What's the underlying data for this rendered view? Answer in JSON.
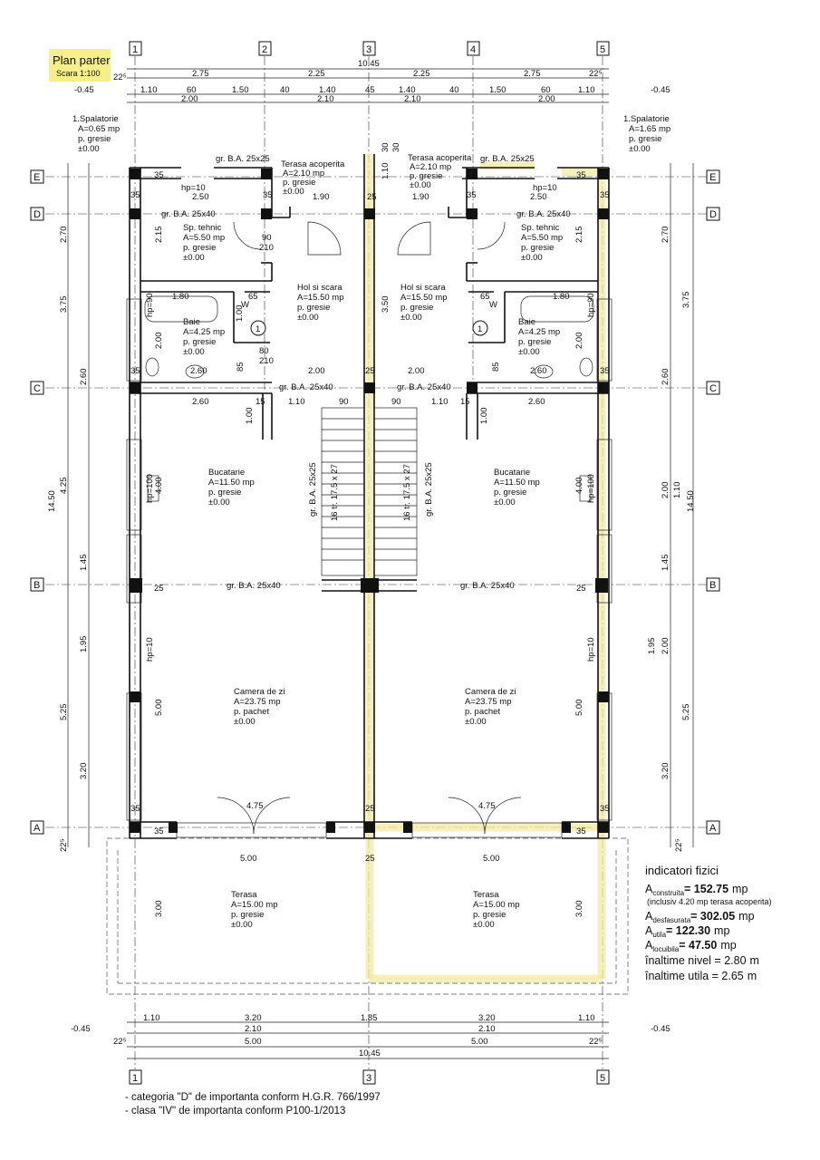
{
  "title": {
    "name": "Plan parter",
    "scale": "Scara 1:100"
  },
  "axes_vertical": [
    "1",
    "2",
    "3",
    "4",
    "5"
  ],
  "axes_vertical_bottom": [
    "1",
    "3",
    "5"
  ],
  "axes_horizontal": [
    "E",
    "D",
    "C",
    "B",
    "A"
  ],
  "dims_top_row1": [
    "2.75",
    "2.25",
    "2.25",
    "2.75"
  ],
  "dims_top_total": "10.45",
  "dims_top_row2": [
    "1.10",
    "60",
    "1.50",
    "40",
    "1.40",
    "45",
    "1.40",
    "40",
    "1.50",
    "60",
    "1.10"
  ],
  "dims_top_row2b": [
    "2.00",
    "2.10",
    "2.10",
    "2.00"
  ],
  "dims_bottom_row1": [
    "1.10",
    "3.20",
    "1.85",
    "3.20",
    "1.10"
  ],
  "dims_bottom_row1b": [
    "2.10",
    "2.10"
  ],
  "dims_bottom_row2": [
    "5.00",
    "5.00"
  ],
  "dims_bottom_total": "10.45",
  "dims_left": [
    "2.70",
    "3.75",
    "2.60",
    "4.25",
    "14.50",
    "1.45",
    "1.95",
    "5.25",
    "3.20"
  ],
  "dims_right": [
    "2.70",
    "3.75",
    "2.60",
    "2.00",
    "1.10",
    "14.50",
    "1.45",
    "1.95",
    "2.00",
    "5.25",
    "3.20"
  ],
  "edge_small": [
    "22⁵",
    "22⁵",
    "22⁵",
    "22⁵",
    "-0.45",
    "-0.45",
    "-0.45",
    "-0.45"
  ],
  "rooms": {
    "spalatorie_left": {
      "name": "1.Spalatorie",
      "area": "A=0.65 mp",
      "finish": "p. gresie",
      "level": "±0.00"
    },
    "spalatorie_right": {
      "name": "1.Spalatorie",
      "area": "A=1.65 mp",
      "finish": "p. gresie",
      "level": "±0.00"
    },
    "terasa_acop_left": {
      "name": "Terasa acoperita",
      "area": "A=2.10 mp",
      "finish": "p. gresie",
      "level": "±0.00"
    },
    "terasa_acop_right": {
      "name": "Terasa acoperita",
      "area": "A=2.10 mp",
      "finish": "p. gresie",
      "level": "±0.00"
    },
    "sp_tehnic_left": {
      "name": "Sp. tehnic",
      "area": "A=5.50 mp",
      "finish": "p. gresie",
      "level": "±0.00"
    },
    "sp_tehnic_right": {
      "name": "Sp. tehnic",
      "area": "A=5.50 mp",
      "finish": "p. gresie",
      "level": "±0.00"
    },
    "hol_left": {
      "name": "Hol si scara",
      "area": "A=15.50 mp",
      "finish": "p. gresie",
      "level": "±0.00"
    },
    "hol_right": {
      "name": "Hol si scara",
      "area": "A=15.50 mp",
      "finish": "p. gresie",
      "level": "±0.00"
    },
    "baie_left": {
      "name": "Baie",
      "area": "A=4.25 mp",
      "finish": "p. gresie",
      "level": "±0.00"
    },
    "baie_right": {
      "name": "Baie",
      "area": "A=4.25 mp",
      "finish": "p. gresie",
      "level": "±0.00"
    },
    "bucatarie_left": {
      "name": "Bucatarie",
      "area": "A=11.50 mp",
      "finish": "p. gresie",
      "level": "±0.00"
    },
    "bucatarie_right": {
      "name": "Bucatarie",
      "area": "A=11.50 mp",
      "finish": "p. gresie",
      "level": "±0.00"
    },
    "camera_left": {
      "name": "Camera de zi",
      "area": "A=23.75 mp",
      "finish": "p. pachet",
      "level": "±0.00"
    },
    "camera_right": {
      "name": "Camera de zi",
      "area": "A=23.75 mp",
      "finish": "p. pachet",
      "level": "±0.00"
    },
    "terasa_left": {
      "name": "Terasa",
      "area": "A=15.00 mp",
      "finish": "p. gresie",
      "level": "±0.00"
    },
    "terasa_right": {
      "name": "Terasa",
      "area": "A=15.00 mp",
      "finish": "p. gresie",
      "level": "±0.00"
    }
  },
  "beams": {
    "b25x25": "gr. B.A. 25x25",
    "b25x40": "gr. B.A. 25x40"
  },
  "stairs": {
    "label": "16 tr. 17.5 x 27"
  },
  "labels": {
    "hp10": "hp=10",
    "hp90": "hp=90",
    "hp100": "hp=100",
    "d35": "35",
    "d25": "25",
    "d15": "15",
    "d250": "2.50",
    "d190": "1.90",
    "d215": "2.15",
    "d180": "1.80",
    "d65": "65",
    "d260": "2.60",
    "d200": "2.00",
    "d110": "1.10",
    "d90": "90",
    "d100": "1.00",
    "d400": "4.00",
    "d500": "5.00",
    "d475": "4.75",
    "d300": "3.00",
    "d350": "3.50",
    "d30": "30",
    "d110b": "1.10",
    "d85": "85",
    "d80": "80",
    "d210": "210",
    "d90b": "90",
    "w": "W",
    "one": "1"
  },
  "indicators": {
    "heading": "indicatori fizici",
    "construita_label": "A",
    "construita_sub": "construita",
    "construita_val": "= 152.75",
    "construita_unit": "mp",
    "construita_note": "(inclusiv 4.20 mp terasa acoperita)",
    "desfasurata_sub": "desfasurata",
    "desfasurata_val": "= 302.05",
    "desfasurata_unit": "mp",
    "utila_sub": "utila",
    "utila_val": "= 122.30",
    "utila_unit": "mp",
    "locuibila_sub": "locuibila",
    "locuibila_val": "= 47.50",
    "locuibila_unit": "mp",
    "inaltime_nivel": "înaltime nivel = 2.80",
    "inaltime_nivel_unit": "m",
    "inaltime_utila": "înaltime utila = 2.65",
    "inaltime_utila_unit": "m"
  },
  "notes": [
    "- categoria \"D\" de importanta conform H.G.R. 766/1997",
    "- clasa \"IV\" de importanta conform P100-1/2013"
  ],
  "colors": {
    "highlight": "#f3e9a2",
    "title_highlight": "#f7f08a",
    "ink": "#111111"
  }
}
